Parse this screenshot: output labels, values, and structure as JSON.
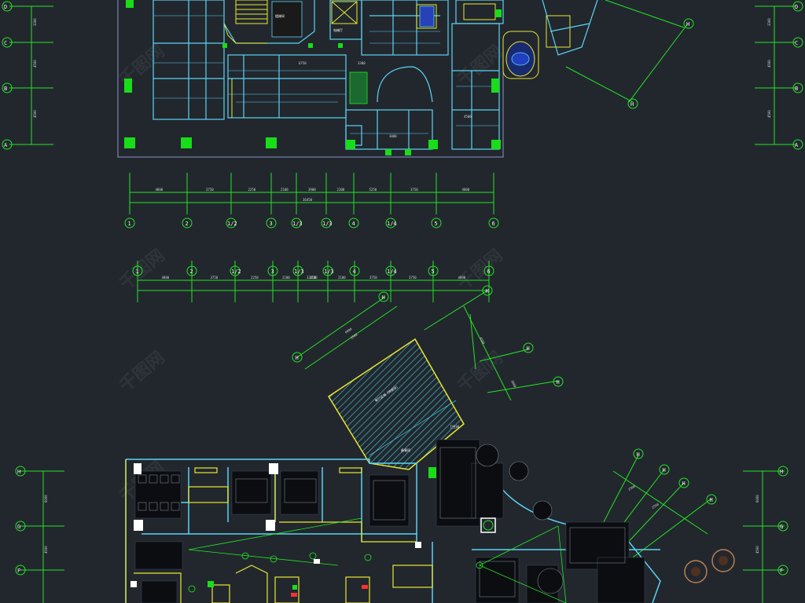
{
  "drawing": {
    "background": "#22272e",
    "colors": {
      "wall": "#5ad4f2",
      "grid": "#22e622",
      "furniture": "#e8e830",
      "dim": "#d8d8d8",
      "column": "#18dd18",
      "outline": "#8a94c8",
      "hatch": "#3fb8c8",
      "accent_red": "#ff3030"
    }
  },
  "top_plan": {
    "column_labels": [
      "1",
      "2",
      "1/2",
      "3",
      "1/3",
      "1/3",
      "4",
      "1/4",
      "5",
      "6"
    ],
    "row_labels": [
      "D",
      "C",
      "B",
      "A"
    ],
    "row_labels_right": [
      "D",
      "C",
      "B",
      "A"
    ],
    "row_dims": [
      "3300",
      "4500",
      "4500"
    ],
    "bay_dims": [
      "4800",
      "3750",
      "2250",
      "2100",
      "3900",
      "2100",
      "5250",
      "3750",
      "4800"
    ],
    "total_dim": "36450",
    "angled_axis_labels": [
      "H",
      "H"
    ],
    "room_labels": [
      "楼梯间",
      "电梯厅"
    ]
  },
  "bottom_plan": {
    "column_labels": [
      "1",
      "2",
      "1/2",
      "3",
      "1/3",
      "1/3",
      "4",
      "1/4",
      "5",
      "6"
    ],
    "bay_dims": [
      "4800",
      "3750",
      "2250",
      "2100",
      "2100",
      "2100",
      "3750",
      "3750",
      "4800"
    ],
    "total_dim": "33450",
    "angled_axis_labels": [
      "H",
      "H",
      "H",
      "H",
      "H",
      "H",
      "H",
      "H"
    ],
    "row_labels": [
      "H",
      "G",
      "F"
    ],
    "row_labels_right": [
      "H",
      "G",
      "F"
    ],
    "row_dims": [
      "6000",
      "4500"
    ],
    "angled_dims_left": [
      "9000",
      "3500"
    ],
    "angled_dims_right": [
      "4500",
      "3000",
      "2500",
      "2550"
    ],
    "hatched_area_label": "餐厅区域（待装修）",
    "room_labels": [
      "卫生间",
      "备餐间"
    ]
  },
  "watermark": {
    "text": "千图网"
  }
}
